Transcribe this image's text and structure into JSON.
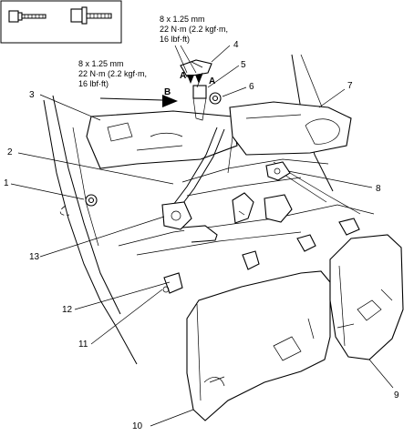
{
  "callouts": [
    "1",
    "2",
    "3",
    "4",
    "5",
    "6",
    "7",
    "8",
    "9",
    "10",
    "11",
    "12",
    "13"
  ],
  "torque_specs": [
    {
      "line1": "8 x 1.25 mm",
      "line2": "22 N·m (2.2 kgf·m,",
      "line3": "16 lbf·ft)"
    },
    {
      "line1": "8 x 1.25 mm",
      "line2": "22 N·m (2.2 kgf·m,",
      "line3": "16 lbf·ft)"
    }
  ],
  "view_markers": {
    "a_upper": "A",
    "a_lower": "A",
    "b": "B"
  },
  "icons": {
    "bolt_a": "flange-bolt-icon",
    "bolt_b": "washer-bolt-icon"
  }
}
